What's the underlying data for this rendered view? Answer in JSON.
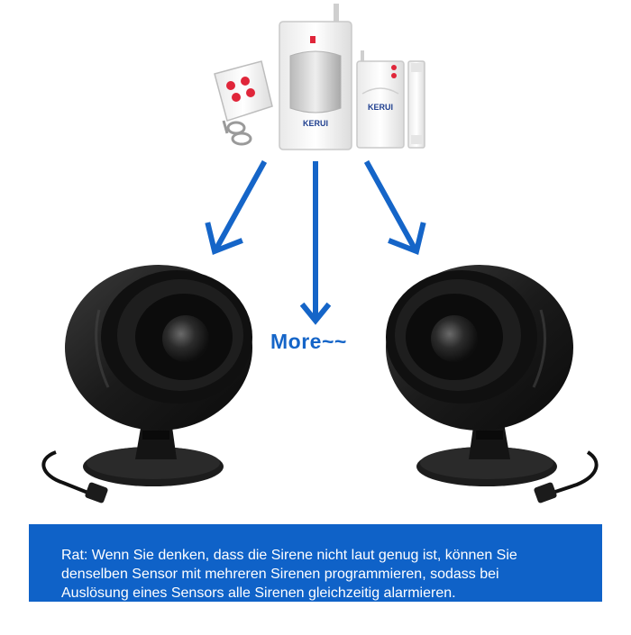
{
  "more_label": "More~~",
  "brand_logo": "KERUI",
  "tip_lines": [
    "Rat: Wenn Sie denken, dass die Sirene nicht laut genug ist, können Sie",
    "denselben Sensor mit mehreren Sirenen programmieren, sodass bei",
    "Auslösung eines Sensors alle Sirenen gleichzeitig alarmieren."
  ],
  "colors": {
    "arrow_blue": "#1565c8",
    "tip_box_blue": "#0f62c8",
    "siren_black": "#1a1a1a"
  }
}
